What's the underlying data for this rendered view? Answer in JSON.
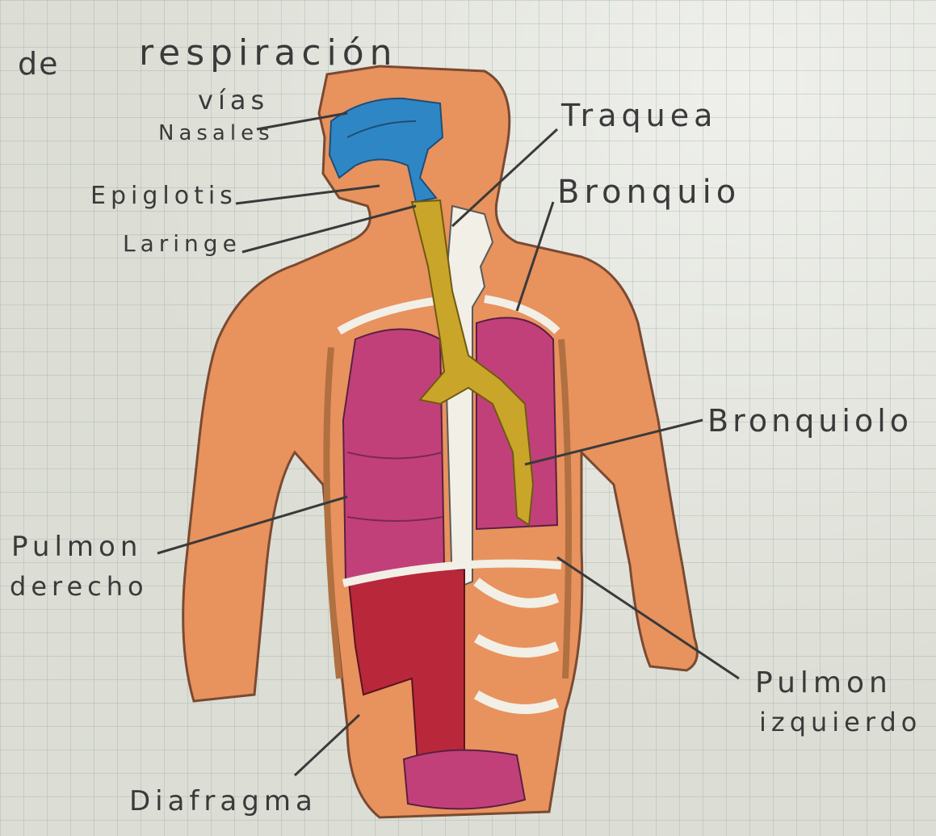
{
  "title": {
    "prefix": "de",
    "main": "respiración"
  },
  "labels": {
    "vias": "vías",
    "nasales": "Nasales",
    "epiglotis": "Epiglotis",
    "laringe": "Laringe",
    "traquea": "Traquea",
    "bronquio": "Bronquio",
    "bronquiolo": "Bronquiolo",
    "pulmon_derecho_1": "Pulmon",
    "pulmon_derecho_2": "derecho",
    "pulmon_izquierdo_1": "Pulmon",
    "pulmon_izquierdo_2": "izquierdo",
    "diafragma": "Diafragma"
  },
  "colors": {
    "skin": "#e8925e",
    "nasal": "#2f86c4",
    "trachea": "#c9a52a",
    "lung": "#c2407a",
    "diaphragm": "#b8283a",
    "bone": "#f2efe6",
    "pencil": "#3a3a3a"
  }
}
